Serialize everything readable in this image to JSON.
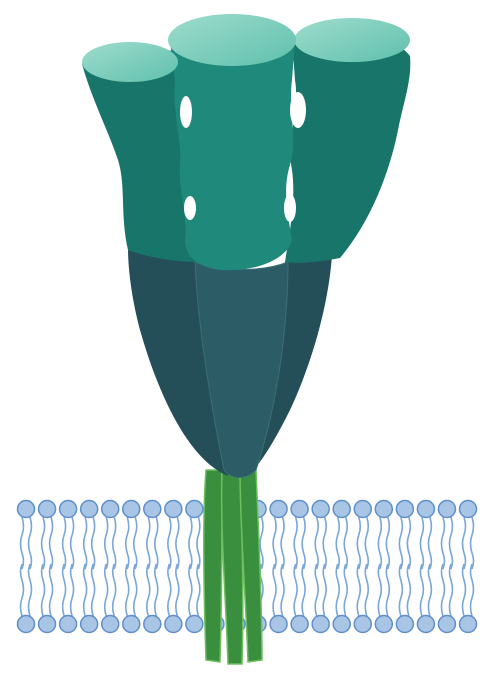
{
  "figure": {
    "subject": "trimeric-membrane-glycoprotein",
    "icon": "trimer-protein-icon",
    "colors": {
      "background": "#ffffff",
      "head_body": "#1f8a7c",
      "head_dark": "#17756a",
      "head_top": "#5fc0ad",
      "head_top_light": "#9fdccd",
      "stalk_body": "#2c5d67",
      "stalk_dark": "#244f59",
      "stalk_light": "#3a6f78",
      "tm_anchor": "#3a8f3e",
      "tm_anchor_light": "#6fbf61",
      "lipid_head": "#a9c5e6",
      "lipid_head_stroke": "#5f8fc8",
      "lipid_tail": "#7aa6d8"
    },
    "membrane": {
      "type": "lipid-bilayer",
      "lipids_per_leaflet": 22
    }
  }
}
